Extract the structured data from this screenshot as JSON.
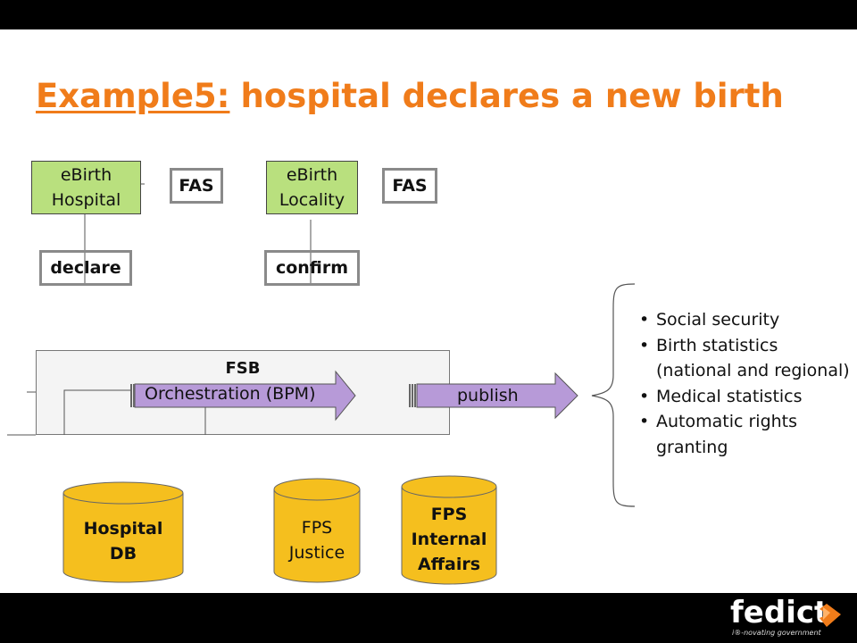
{
  "title": {
    "prefix": "Example5:",
    "rest": "hospital declares a new birth"
  },
  "boxes": {
    "ebirth_hospital": [
      "eBirth",
      "Hospital"
    ],
    "fas_1": "FAS",
    "ebirth_locality": [
      "eBirth",
      "Locality"
    ],
    "fas_2": "FAS",
    "declare": "declare",
    "confirm": "confirm"
  },
  "fsb": {
    "label": "FSB",
    "orchestration": "Orchestration (BPM)",
    "publish": "publish"
  },
  "databases": {
    "hospital_db": [
      "Hospital",
      "DB"
    ],
    "fps_justice": [
      "FPS",
      "Justice"
    ],
    "fps_internal_affairs": [
      "FPS",
      "Internal",
      "Affairs"
    ]
  },
  "recipients": [
    "Social security",
    "Birth statistics (national and regional)",
    "Medical statistics",
    "Automatic rights granting"
  ],
  "logo": {
    "name": "fedict",
    "tagline": "i®-novating government"
  },
  "colors": {
    "title": "#f07c1a",
    "ebirth_box": "#b9e07e",
    "arrow": "#b79ad8",
    "database": "#f5bf1e",
    "bars": "#000000"
  }
}
